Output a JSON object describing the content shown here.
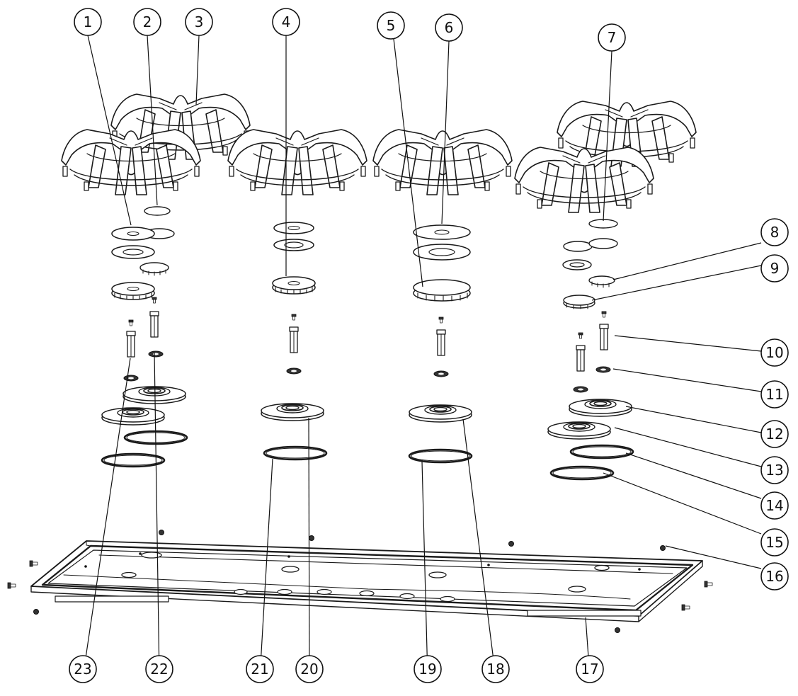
{
  "diagram": {
    "callouts": [
      "1",
      "2",
      "3",
      "4",
      "5",
      "6",
      "7",
      "8",
      "9",
      "10",
      "11",
      "12",
      "13",
      "14",
      "15",
      "16",
      "17",
      "18",
      "19",
      "20",
      "21",
      "22",
      "23"
    ]
  },
  "colors": {
    "line": "#1a1a1a",
    "background": "#ffffff"
  }
}
